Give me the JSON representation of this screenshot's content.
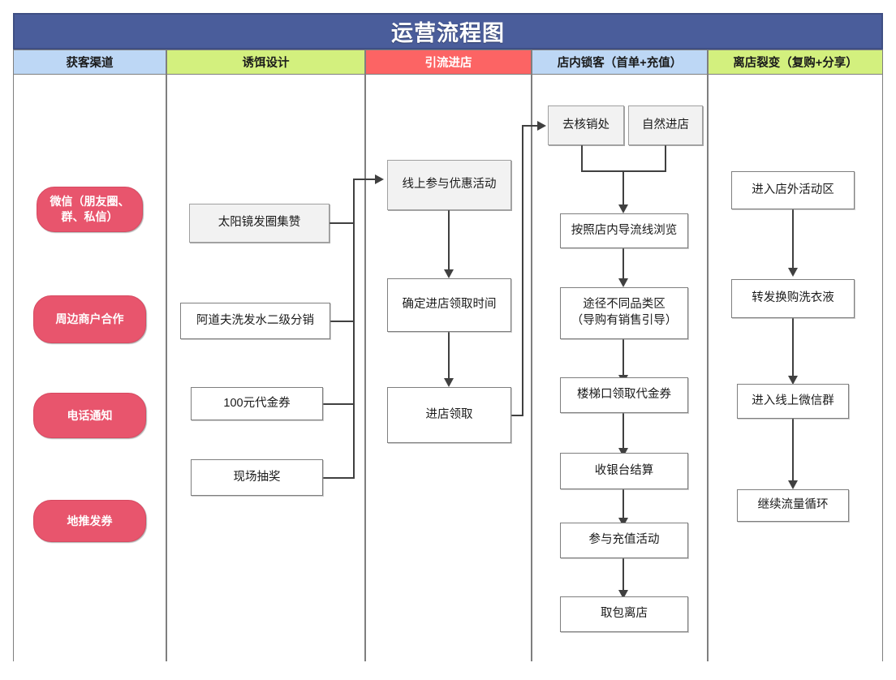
{
  "diagram": {
    "title": "运营流程图",
    "colors": {
      "title_bar": "#4A5D9B",
      "header_blue": "#BDD7F5",
      "header_green": "#D3F07E",
      "header_red": "#FC6464",
      "pill_pink": "#E8556D",
      "node_grey": "#F2F2F2",
      "line": "#404040"
    },
    "columns": [
      {
        "id": "acquisition",
        "header": "获客渠道",
        "header_color": "#BDD7F5"
      },
      {
        "id": "bait",
        "header": "诱饵设计",
        "header_color": "#D3F07E"
      },
      {
        "id": "drive-in",
        "header": "引流进店",
        "header_color": "#FC6464"
      },
      {
        "id": "in-store",
        "header": "店内锁客（首单+充值）",
        "header_color": "#BDD7F5"
      },
      {
        "id": "post-store",
        "header": "离店裂变（复购+分享）",
        "header_color": "#D3F07E"
      }
    ],
    "nodes": {
      "acquisition": [
        {
          "id": "wechat",
          "label": "微信（朋友圈、\n群、私信）"
        },
        {
          "id": "merchants",
          "label": "周边商户合作"
        },
        {
          "id": "phone",
          "label": "电话通知"
        },
        {
          "id": "ground",
          "label": "地推发券"
        }
      ],
      "bait": [
        {
          "id": "sunglasses",
          "label": "太阳镜发圈集赞"
        },
        {
          "id": "shampoo",
          "label": "阿道夫洗发水二级分销"
        },
        {
          "id": "voucher100",
          "label": "100元代金券"
        },
        {
          "id": "lottery",
          "label": "现场抽奖"
        }
      ],
      "drive_in": [
        {
          "id": "online-join",
          "label": "线上参与优惠活动"
        },
        {
          "id": "set-time",
          "label": "确定进店领取时间"
        },
        {
          "id": "claim",
          "label": "进店领取"
        }
      ],
      "in_store": [
        {
          "id": "redeem-desk",
          "label": "去核销处"
        },
        {
          "id": "natural-walk",
          "label": "自然进店"
        },
        {
          "id": "browse-route",
          "label": "按照店内导流线浏览"
        },
        {
          "id": "category-zones",
          "label": "途径不同品类区\n（导购有销售引导）"
        },
        {
          "id": "stair-voucher",
          "label": "楼梯口领取代金券"
        },
        {
          "id": "checkout",
          "label": "收银台结算"
        },
        {
          "id": "topup",
          "label": "参与充值活动"
        },
        {
          "id": "leave-store",
          "label": "取包离店"
        }
      ],
      "post_store": [
        {
          "id": "outdoor-zone",
          "label": "进入店外活动区"
        },
        {
          "id": "share-detergent",
          "label": "转发换购洗衣液"
        },
        {
          "id": "wechat-group",
          "label": "进入线上微信群"
        },
        {
          "id": "traffic-loop",
          "label": "继续流量循环"
        }
      ]
    }
  }
}
